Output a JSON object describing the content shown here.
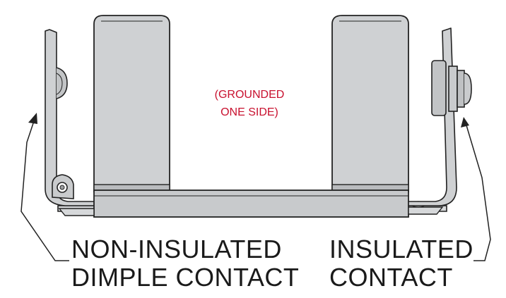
{
  "annotation": {
    "line1": "(GROUNDED",
    "line2": "ONE SIDE)",
    "color": "#c8102e"
  },
  "labels": {
    "left_line1": "NON-INSULATED",
    "left_line2": "DIMPLE CONTACT",
    "right_line1": "INSULATED",
    "right_line2": "CONTACT"
  },
  "colors": {
    "post_fill": "#cfd1d3",
    "post_shade": "#b9bbbe",
    "base_fill": "#c8cacc",
    "outline": "#222222",
    "background": "#ffffff"
  }
}
